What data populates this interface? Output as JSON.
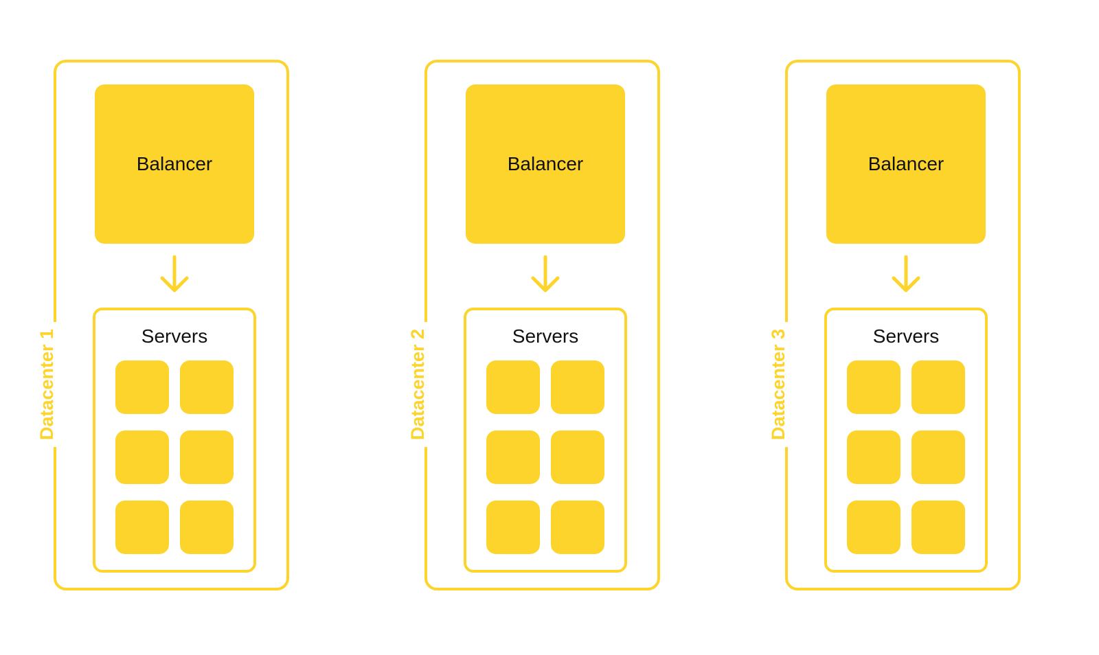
{
  "colors": {
    "accent": "#fcd42c",
    "text": "#111111",
    "background": "#ffffff"
  },
  "datacenters": [
    {
      "label": "Datacenter 1",
      "balancer": "Balancer",
      "servers_label": "Servers",
      "server_count": 6
    },
    {
      "label": "Datacenter 2",
      "balancer": "Balancer",
      "servers_label": "Servers",
      "server_count": 6
    },
    {
      "label": "Datacenter 3",
      "balancer": "Balancer",
      "servers_label": "Servers",
      "server_count": 6
    }
  ]
}
